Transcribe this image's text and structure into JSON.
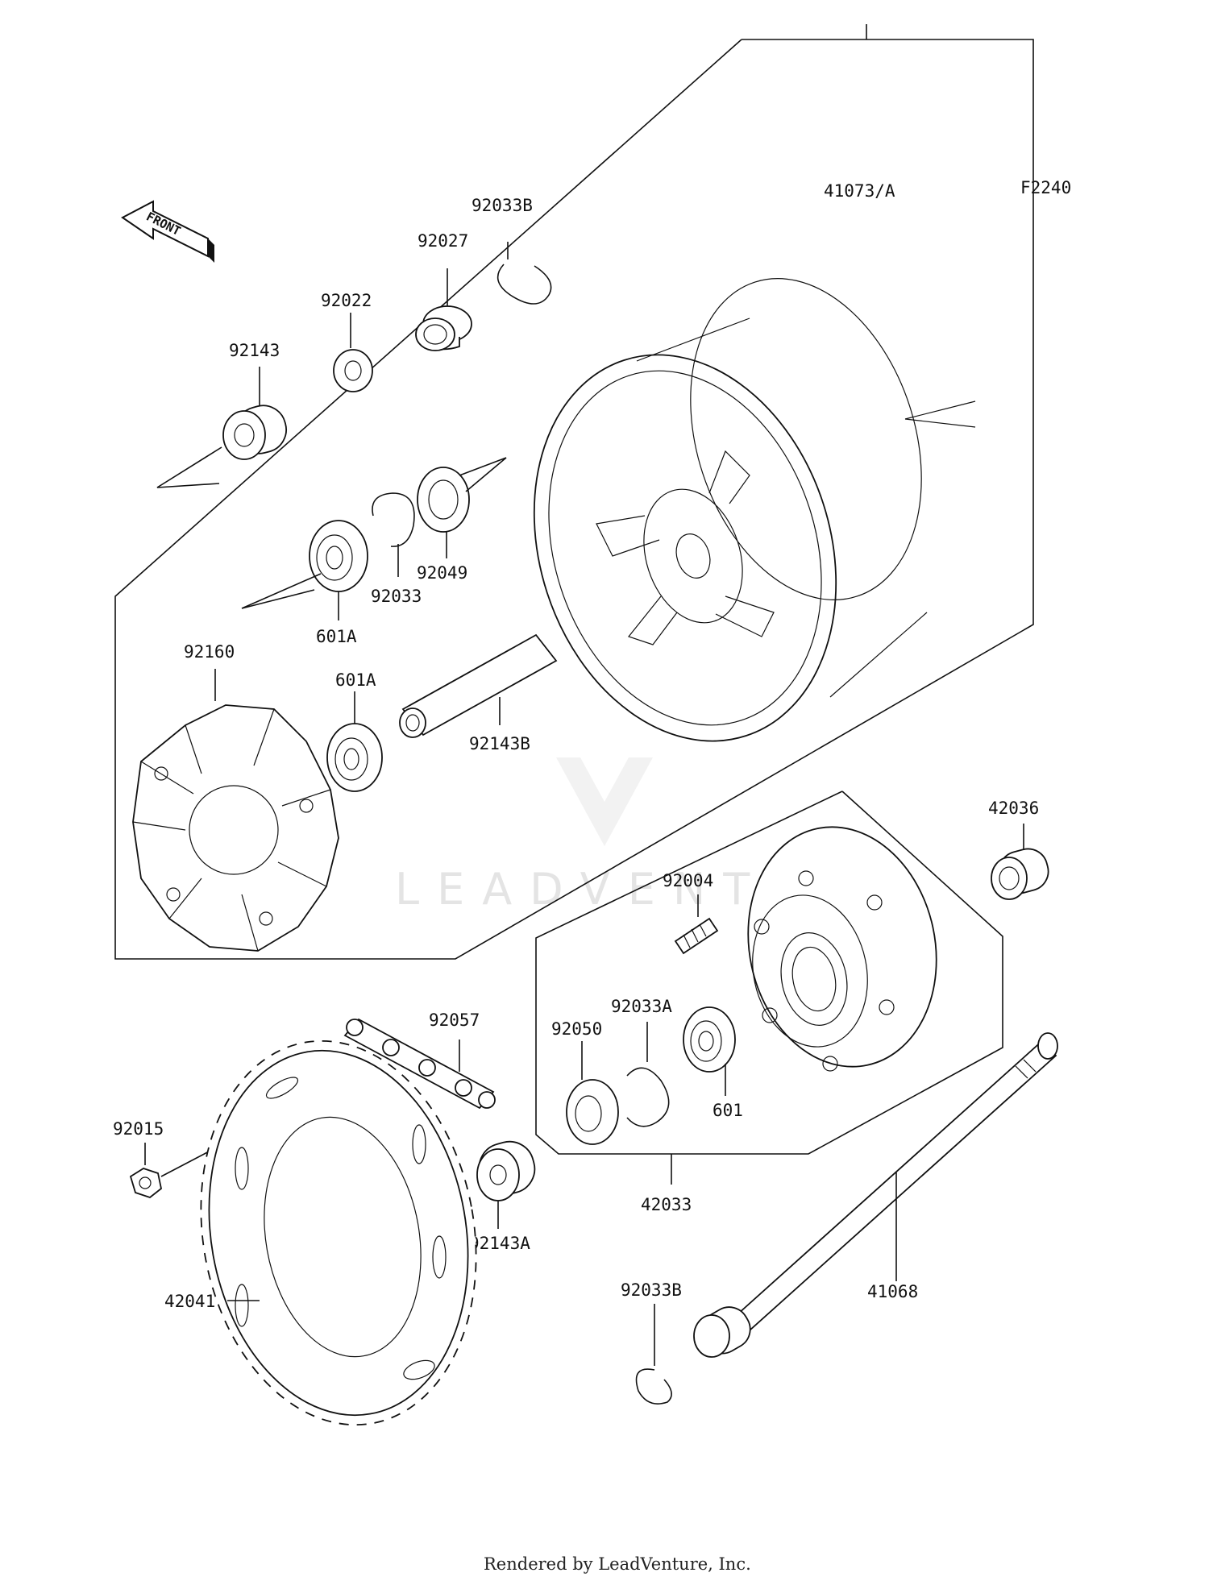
{
  "figure_code": "F2240",
  "front_arrow_label": "FRONT",
  "watermark": "LEADVENTURE",
  "footer": "Rendered by LeadVenture, Inc.",
  "labels": {
    "l41073A": "41073/A",
    "l92033B_top": "92033B",
    "l92027": "92027",
    "l92022": "92022",
    "l92143": "92143",
    "l92033": "92033",
    "l92049": "92049",
    "l601A_1": "601A",
    "l601A_2": "601A",
    "l92160": "92160",
    "l92143B": "92143B",
    "l42036": "42036",
    "l92004": "92004",
    "l92057": "92057",
    "l92033A": "92033A",
    "l92050": "92050",
    "l601": "601",
    "l92015": "92015",
    "l42033": "42033",
    "l92143A": "92143A",
    "l41068": "41068",
    "l92033B_bot": "92033B",
    "l42041": "42041"
  }
}
